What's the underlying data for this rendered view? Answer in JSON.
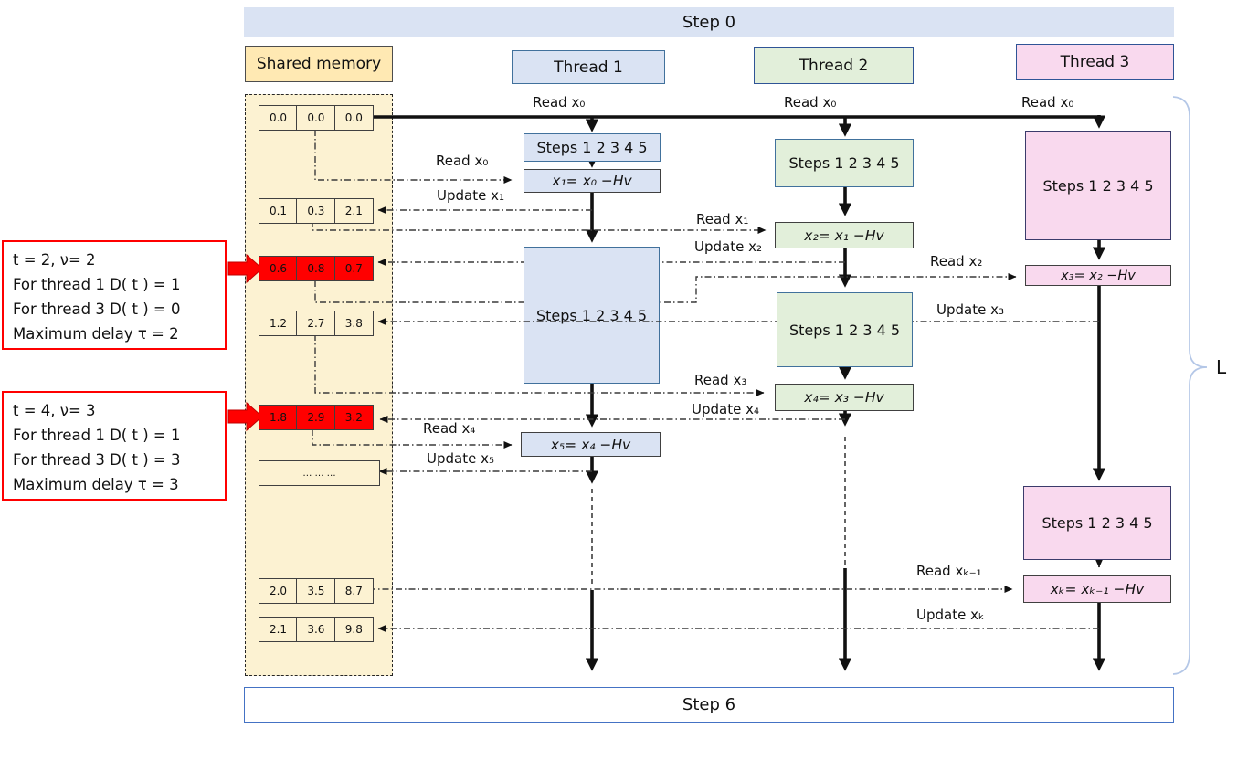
{
  "banner": {
    "step0": "Step 0",
    "step6": "Step 6"
  },
  "shared_memory": {
    "title": "Shared memory",
    "rows": [
      {
        "cells": [
          "0.0",
          "0.0",
          "0.0"
        ],
        "highlight": false
      },
      {
        "cells": [
          "0.1",
          "0.3",
          "2.1"
        ],
        "highlight": false
      },
      {
        "cells": [
          "0.6",
          "0.8",
          "0.7"
        ],
        "highlight": true
      },
      {
        "cells": [
          "1.2",
          "2.7",
          "3.8"
        ],
        "highlight": false
      },
      {
        "cells": [
          "1.8",
          "2.9",
          "3.2"
        ],
        "highlight": true
      },
      {
        "ellipsis": "… … …"
      },
      {
        "cells": [
          "2.0",
          "3.5",
          "8.7"
        ],
        "highlight": false
      },
      {
        "cells": [
          "2.1",
          "3.6",
          "9.8"
        ],
        "highlight": false
      }
    ]
  },
  "threads": {
    "t1": {
      "header": "Thread 1",
      "steps_a": "Steps 1 2 3 4 5",
      "formula_a": "x₁=  x₀ −Hv",
      "steps_b": "Steps 1 2 3 4 5",
      "formula_b": "x₅=  x₄ −Hv"
    },
    "t2": {
      "header": "Thread 2",
      "steps_a": "Steps 1 2 3 4 5",
      "formula_a": "x₂=  x₁ −Hv",
      "steps_b": "Steps 1 2 3 4 5",
      "formula_b": "x₄=  x₃ −Hv"
    },
    "t3": {
      "header": "Thread 3",
      "steps_a": "Steps 1 2 3 4 5",
      "formula_a": "x₃=  x₂ −Hv",
      "steps_b": "Steps 1 2 3 4 5",
      "formula_b": "xₖ=  xₖ₋₁ −Hv"
    }
  },
  "labels": {
    "read_x0_t1": "Read x₀",
    "read_x0_t2": "Read  x₀",
    "read_x0_t3": "Read  x₀",
    "read_x0_mem": "Read x₀",
    "update_x1": "Update x₁",
    "read_x1": "Read x₁",
    "update_x2": "Update x₂",
    "read_x2": "Read x₂",
    "update_x3": "Update x₃",
    "read_x3": "Read x₃",
    "update_x4": "Update x₄",
    "read_x4": "Read x₄",
    "update_x5": "Update x₅",
    "read_xk1": "Read xₖ₋₁",
    "update_xk": "Update xₖ",
    "loop": "L"
  },
  "annotations": [
    {
      "lines": [
        "t = 2,  ν= 2",
        "For thread 1 D( t ) = 1",
        "For thread 3 D( t ) = 0",
        "Maximum delay τ = 2"
      ]
    },
    {
      "lines": [
        "t = 4,   ν= 3",
        "For thread 1 D( t ) = 1",
        "For thread 3 D( t ) = 3",
        "Maximum delay τ = 3"
      ]
    }
  ],
  "colors": {
    "banner_fill": "#dae3f3",
    "thread1_fill": "#dae3f3",
    "thread2_fill": "#e2efda",
    "thread3_fill": "#f9d9ee",
    "memory_fill": "#fcf2d2",
    "memory_header_fill": "#ffe9b3",
    "highlight_red": "#ff0000",
    "box_border_blue": "#41719c",
    "step6_border": "#4472c4",
    "brace": "#b4c7e7"
  }
}
